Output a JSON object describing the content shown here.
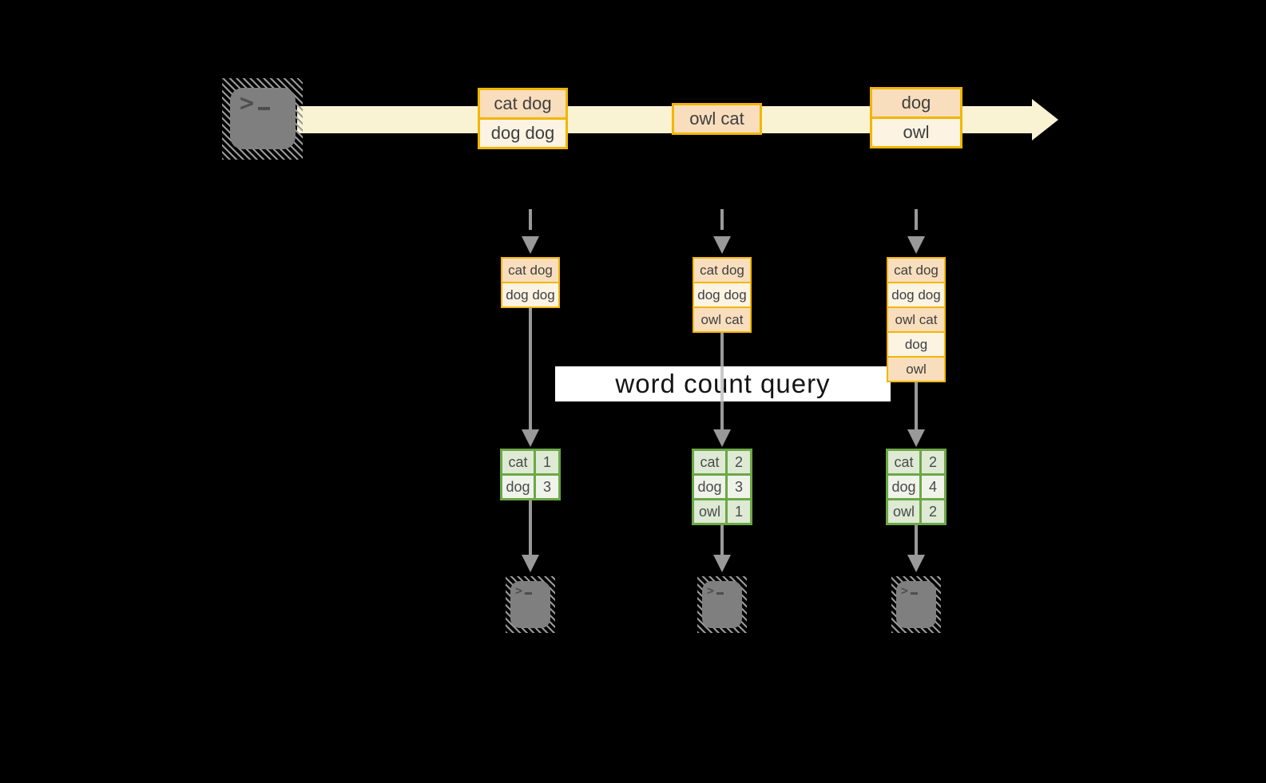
{
  "query_label": "word count query",
  "prompt_glyph": ">",
  "colors": {
    "background": "#000000",
    "stream_band": "#FAF3D3",
    "box_border": "#F2B600",
    "cell_peach": "#F8DEBD",
    "cell_cream": "#FCF3E3",
    "table_border": "#6CA846",
    "table_cell_dark": "#DEEAD4",
    "table_cell_light": "#EFF3EA",
    "arrow_gray": "#999999",
    "icon_gray": "#7F7F7F",
    "label_bar_bg": "#FFFFFF"
  },
  "stream": {
    "batches": [
      {
        "rows": [
          "cat dog",
          "dog dog"
        ]
      },
      {
        "rows": [
          "owl cat"
        ]
      },
      {
        "rows": [
          "dog",
          "owl"
        ]
      }
    ]
  },
  "pipelines": [
    {
      "buffer_rows": [
        "cat dog",
        "dog dog"
      ],
      "counts": [
        {
          "word": "cat",
          "count": "1"
        },
        {
          "word": "dog",
          "count": "3"
        }
      ]
    },
    {
      "buffer_rows": [
        "cat dog",
        "dog dog",
        "owl cat"
      ],
      "counts": [
        {
          "word": "cat",
          "count": "2"
        },
        {
          "word": "dog",
          "count": "3"
        },
        {
          "word": "owl",
          "count": "1"
        }
      ]
    },
    {
      "buffer_rows": [
        "cat dog",
        "dog dog",
        "owl cat",
        "dog",
        "owl"
      ],
      "counts": [
        {
          "word": "cat",
          "count": "2"
        },
        {
          "word": "dog",
          "count": "4"
        },
        {
          "word": "owl",
          "count": "2"
        }
      ]
    }
  ]
}
